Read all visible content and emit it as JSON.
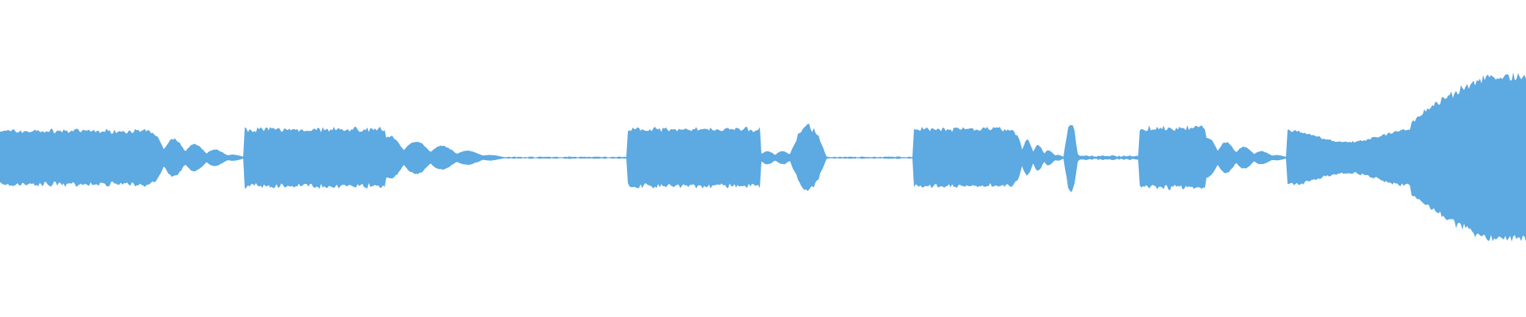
{
  "waveform": {
    "color": "#5DA9E1",
    "description_free": true,
    "segments": [
      {
        "start": 0.0,
        "end": 0.098,
        "amp": 0.34,
        "shape": "flat"
      },
      {
        "start": 0.098,
        "end": 0.16,
        "amp": 0.3,
        "shape": "decay"
      },
      {
        "start": 0.16,
        "end": 0.253,
        "amp": 0.36,
        "shape": "flat"
      },
      {
        "start": 0.253,
        "end": 0.33,
        "amp": 0.26,
        "shape": "decay"
      },
      {
        "start": 0.33,
        "end": 0.411,
        "amp": 0.01,
        "shape": "silence"
      },
      {
        "start": 0.411,
        "end": 0.498,
        "amp": 0.36,
        "shape": "flat"
      },
      {
        "start": 0.498,
        "end": 0.517,
        "amp": 0.08,
        "shape": "blip"
      },
      {
        "start": 0.517,
        "end": 0.543,
        "amp": 0.4,
        "shape": "burst"
      },
      {
        "start": 0.543,
        "end": 0.598,
        "amp": 0.01,
        "shape": "silence"
      },
      {
        "start": 0.598,
        "end": 0.665,
        "amp": 0.36,
        "shape": "flat"
      },
      {
        "start": 0.665,
        "end": 0.697,
        "amp": 0.28,
        "shape": "decay"
      },
      {
        "start": 0.697,
        "end": 0.707,
        "amp": 0.44,
        "shape": "burst"
      },
      {
        "start": 0.707,
        "end": 0.746,
        "amp": 0.02,
        "shape": "silence"
      },
      {
        "start": 0.746,
        "end": 0.79,
        "amp": 0.38,
        "shape": "flat"
      },
      {
        "start": 0.79,
        "end": 0.843,
        "amp": 0.24,
        "shape": "decay"
      },
      {
        "start": 0.843,
        "end": 0.924,
        "amp": 0.34,
        "shape": "dip"
      },
      {
        "start": 0.924,
        "end": 1.0,
        "amp": 1.0,
        "shape": "swell"
      }
    ]
  }
}
